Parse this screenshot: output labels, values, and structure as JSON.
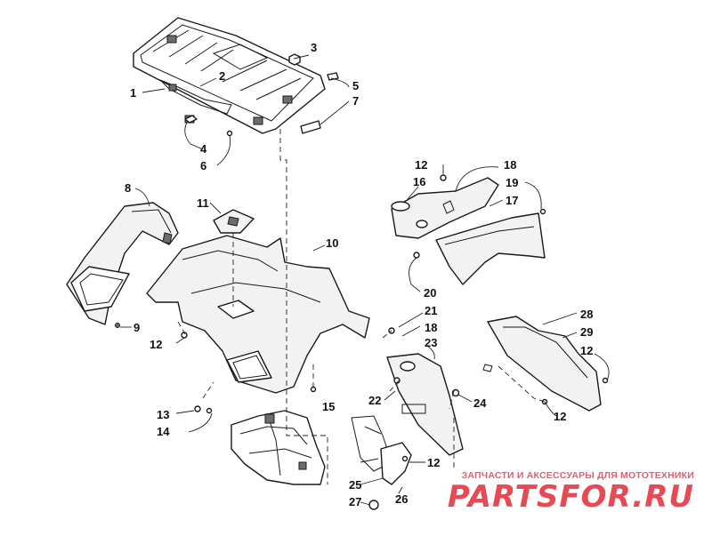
{
  "callouts": [
    {
      "id": "1",
      "label": "1"
    },
    {
      "id": "2",
      "label": "2"
    },
    {
      "id": "3",
      "label": "3"
    },
    {
      "id": "4",
      "label": "4"
    },
    {
      "id": "5",
      "label": "5"
    },
    {
      "id": "6",
      "label": "6"
    },
    {
      "id": "7",
      "label": "7"
    },
    {
      "id": "8",
      "label": "8"
    },
    {
      "id": "9",
      "label": "9"
    },
    {
      "id": "10",
      "label": "10"
    },
    {
      "id": "11",
      "label": "11"
    },
    {
      "id": "12a",
      "label": "12"
    },
    {
      "id": "12b",
      "label": "12"
    },
    {
      "id": "12c",
      "label": "12"
    },
    {
      "id": "12d",
      "label": "12"
    },
    {
      "id": "12e",
      "label": "12"
    },
    {
      "id": "13",
      "label": "13"
    },
    {
      "id": "14",
      "label": "14"
    },
    {
      "id": "15",
      "label": "15"
    },
    {
      "id": "16",
      "label": "16"
    },
    {
      "id": "17",
      "label": "17"
    },
    {
      "id": "18a",
      "label": "18"
    },
    {
      "id": "18b",
      "label": "18"
    },
    {
      "id": "19",
      "label": "19"
    },
    {
      "id": "20",
      "label": "20"
    },
    {
      "id": "21",
      "label": "21"
    },
    {
      "id": "22",
      "label": "22"
    },
    {
      "id": "23",
      "label": "23"
    },
    {
      "id": "24",
      "label": "24"
    },
    {
      "id": "25",
      "label": "25"
    },
    {
      "id": "26",
      "label": "26"
    },
    {
      "id": "27",
      "label": "27"
    },
    {
      "id": "28",
      "label": "28"
    },
    {
      "id": "29",
      "label": "29"
    }
  ],
  "watermark": {
    "tagline": "ЗАПЧАСТИ И АКСЕССУАРЫ ДЛЯ МОТОТЕХНИКИ",
    "logo": "PARTSFOR.RU",
    "color": "#e64a55"
  }
}
